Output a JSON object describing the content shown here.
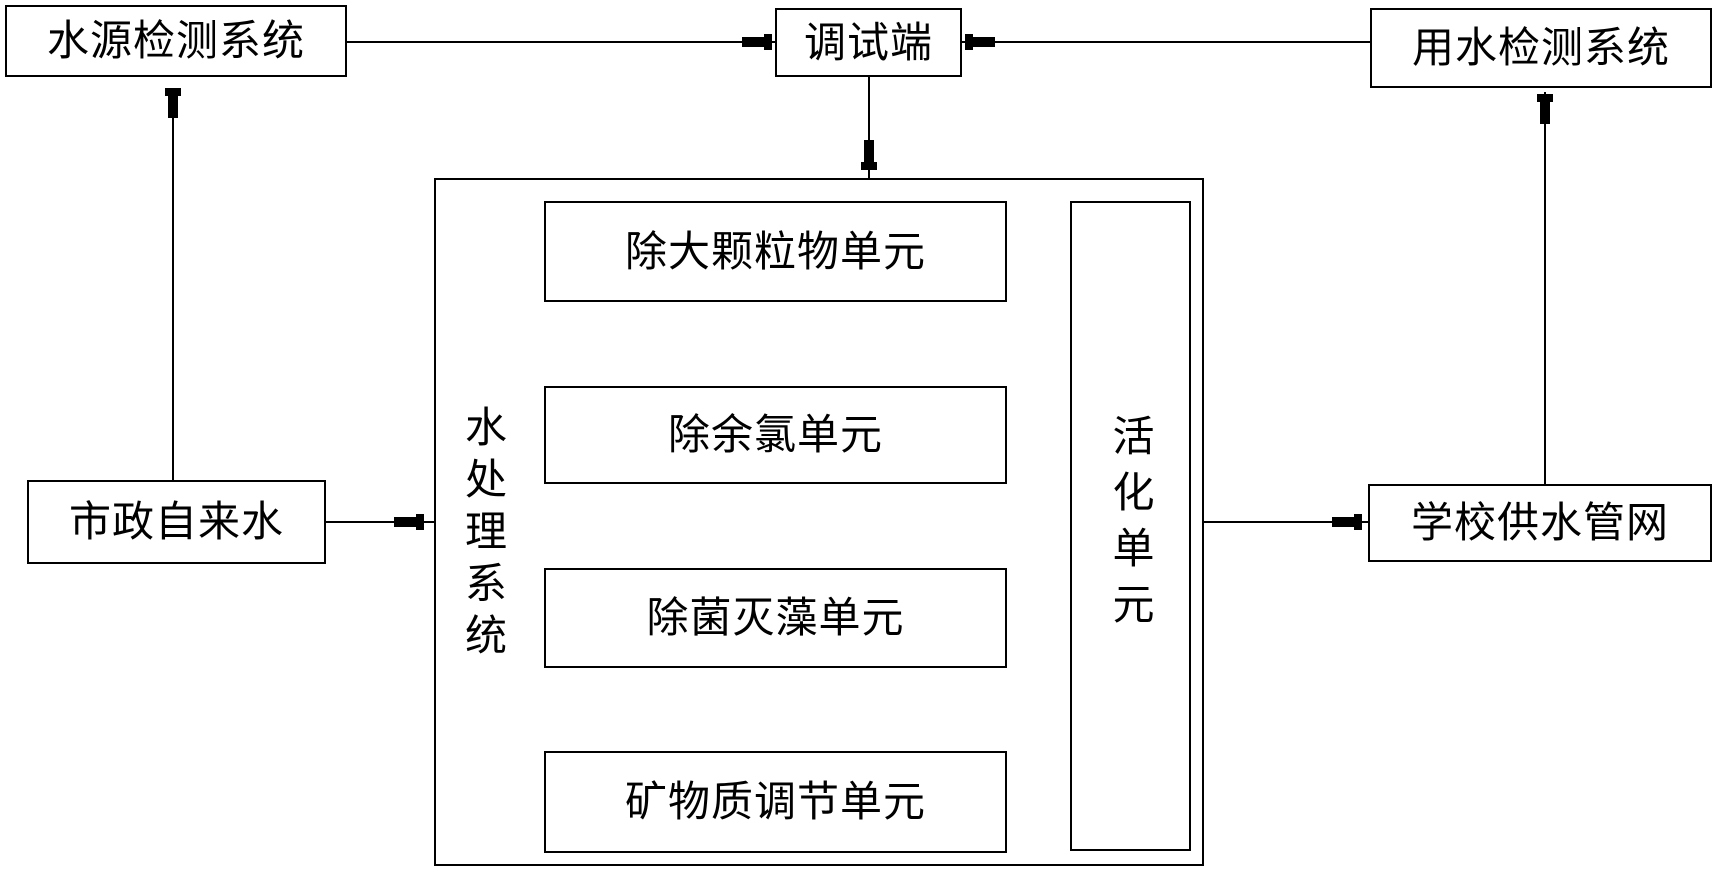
{
  "nodes": {
    "source_detect": "水源检测系统",
    "debug": "调试端",
    "usage_detect": "用水检测系统",
    "municipal": "市政自来水",
    "treatment": "水处理系统",
    "unit_particle": "除大颗粒物单元",
    "unit_chlorine": "除余氯单元",
    "unit_bacteria": "除菌灭藻单元",
    "unit_mineral": "矿物质调节单元",
    "activation": "活化单元",
    "school": "学校供水管网"
  }
}
